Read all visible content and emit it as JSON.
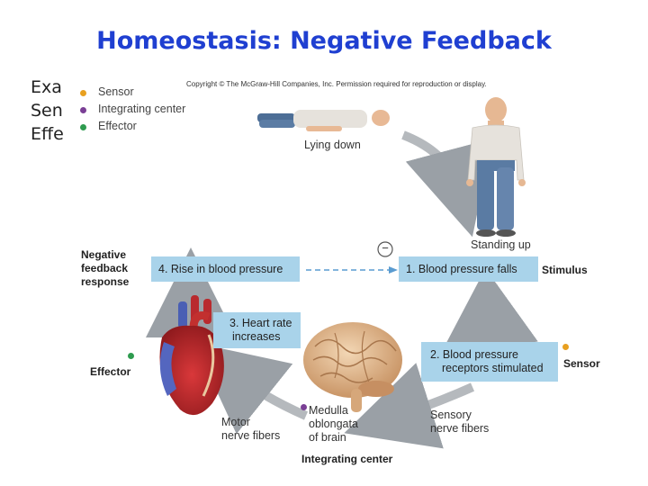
{
  "slide": {
    "title": "Homeostasis:  Negative Feedback",
    "body_lines": [
      "Exa",
      "Sen",
      "Effe"
    ]
  },
  "figure": {
    "copyright": "Copyright © The McGraw-Hill Companies, Inc. Permission required for reproduction or display.",
    "legend": [
      {
        "label": "Sensor",
        "color": "#e8a020"
      },
      {
        "label": "Integrating center",
        "color": "#7a3f95"
      },
      {
        "label": "Effector",
        "color": "#2e9b4f"
      }
    ],
    "lying_down": "Lying down",
    "standing_up": "Standing up",
    "negative_feedback_label": [
      "Negative",
      "feedback",
      "response"
    ],
    "minus_sign": "−",
    "step1": "1. Blood pressure falls",
    "step2": [
      "2. Blood pressure",
      "receptors stimulated"
    ],
    "step3": [
      "3. Heart rate",
      "increases"
    ],
    "step4": "4. Rise in blood pressure",
    "stimulus": "Stimulus",
    "sensor": "Sensor",
    "effector": "Effector",
    "sensory_fibers": [
      "Sensory",
      "nerve fibers"
    ],
    "motor_fibers": [
      "Motor",
      "nerve fibers"
    ],
    "medulla": [
      "Medulla",
      "oblongata",
      "of brain"
    ],
    "integrating_center": "Integrating center",
    "colors": {
      "box_fill": "#a9d3ea",
      "title": "#1f3fd1",
      "arrow": "#9aa0a6"
    }
  }
}
